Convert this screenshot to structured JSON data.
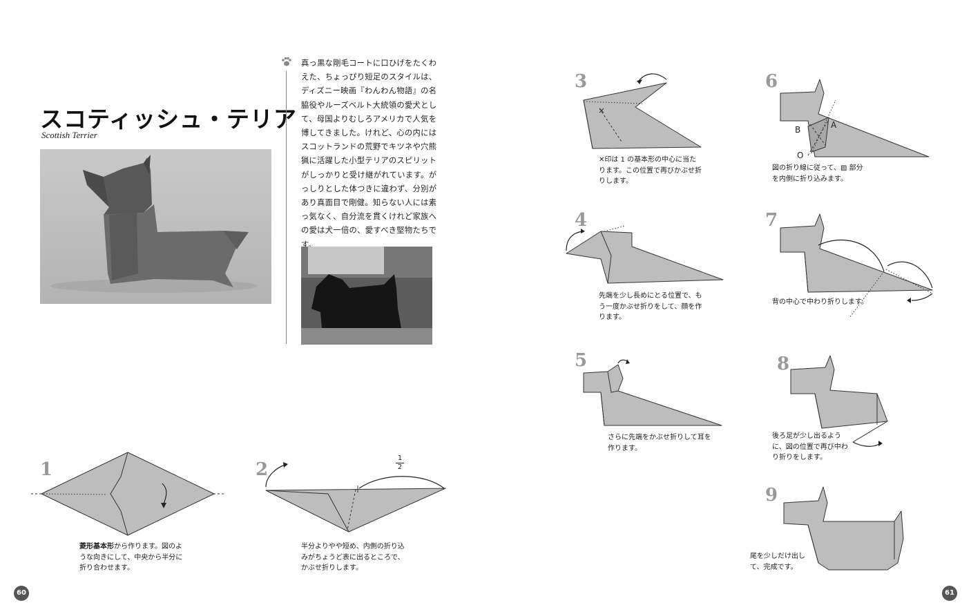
{
  "title": "スコティッシュ・テリア",
  "subtitle": "Scottish Terrier",
  "intro": "真っ黒な剛毛コートに口ひげをたくわえた、ちょっぴり短足のスタイルは、ディズニー映画『わんわん物語』の名脇役やルーズベルト大統領の愛犬として、母国よりむしろアメリカで人気を博してきました。けれど、心の内にはスコットランドの荒野でキツネや穴熊猟に活躍した小型テリアのスピリットがしっかりと受け継がれています。がっしりとした体つきに違わず、分別があり真面目で剛健。知らない人には素っ気なく、自分流を貫くけれど家族への愛は犬一倍の、愛すべき堅物たちです。",
  "steps": [
    {
      "num": "1",
      "caption_bold": "菱形基本形",
      "caption": "から作ります。図のような向きにして、中央から半分に折り合わせます。"
    },
    {
      "num": "2",
      "caption": "半分よりやや短め、内側の折り込みがちょうど表に出るところで、かぶせ折りします。",
      "fraction_num": "1",
      "fraction_den": "2"
    },
    {
      "num": "3",
      "caption": "✕印は 1 の基本形の中心に当たります。この位置で再びかぶせ折りします。"
    },
    {
      "num": "4",
      "caption": "先端を少し長めにとる位置で、もう一度かぶせ折りをして、顔を作ります。"
    },
    {
      "num": "5",
      "caption": "さらに先端をかぶせ折りして耳を作ります。"
    },
    {
      "num": "6",
      "caption": "図の折り線に従って、▨ 部分を内側に折り込みます。",
      "labels": [
        "B",
        "A",
        "O"
      ]
    },
    {
      "num": "7",
      "caption": "背の中心で中わり折りします。"
    },
    {
      "num": "8",
      "caption": "後ろ足が少し出るように、図の位置で再び中わり折りをします。"
    },
    {
      "num": "9",
      "caption": "尾を少しだけ出して、完成です。"
    }
  ],
  "page_left": "60",
  "page_right": "61",
  "colors": {
    "paper": "#bdbdbd",
    "step_number": "#999999",
    "page_badge": "#555555"
  }
}
